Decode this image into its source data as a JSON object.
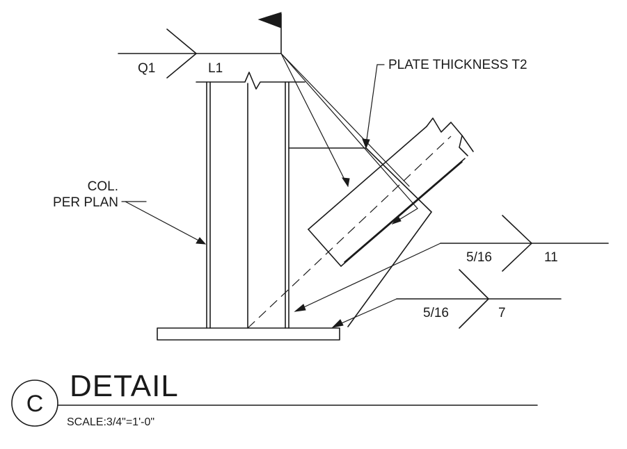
{
  "labels": {
    "q1": "Q1",
    "l1": "L1",
    "plate_thickness": "PLATE THICKNESS T2",
    "col_line1": "COL.",
    "col_line2": "PER PLAN",
    "weld_upper_size": "5/16",
    "weld_upper_length": "11",
    "weld_lower_size": "5/16",
    "weld_lower_length": "7"
  },
  "title_block": {
    "bubble_letter": "C",
    "title": "DETAIL",
    "scale": "SCALE:3/4\"=1'-0\""
  }
}
